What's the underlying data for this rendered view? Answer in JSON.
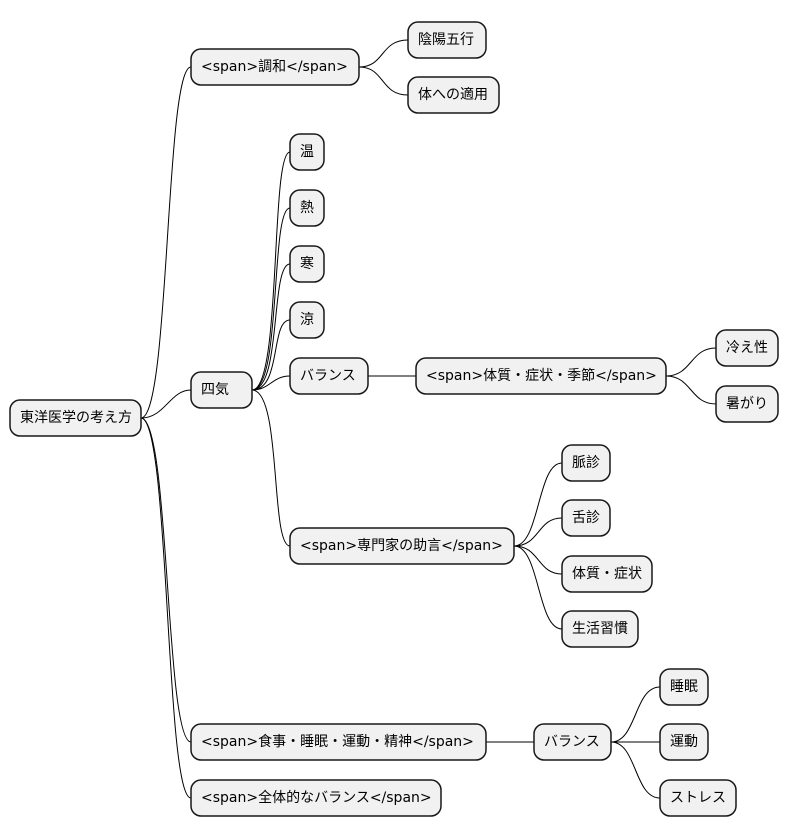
{
  "root": {
    "label": "東洋医学の考え方",
    "children": [
      {
        "label": "<span>調和</span>",
        "children": [
          {
            "label": "陰陽五行"
          },
          {
            "label": "体への適用"
          }
        ]
      },
      {
        "label": "四気",
        "children": [
          {
            "label": "温"
          },
          {
            "label": "熱"
          },
          {
            "label": "寒"
          },
          {
            "label": "涼"
          },
          {
            "label": "バランス",
            "children": [
              {
                "label": "<span>体質・症状・季節</span>",
                "children": [
                  {
                    "label": "冷え性"
                  },
                  {
                    "label": "暑がり"
                  }
                ]
              }
            ]
          },
          {
            "label": "<span>専門家の助言</span>",
            "children": [
              {
                "label": "脈診"
              },
              {
                "label": "舌診"
              },
              {
                "label": "体質・症状"
              },
              {
                "label": "生活習慣"
              }
            ]
          }
        ]
      },
      {
        "label": "<span>食事・睡眠・運動・精神</span>",
        "children": [
          {
            "label": "バランス",
            "children": [
              {
                "label": "睡眠"
              },
              {
                "label": "運動"
              },
              {
                "label": "ストレス"
              }
            ]
          }
        ]
      },
      {
        "label": "<span>全体的なバランス</span>"
      }
    ]
  }
}
